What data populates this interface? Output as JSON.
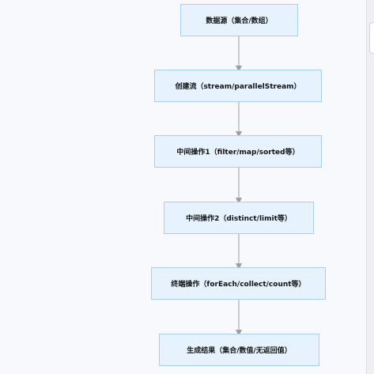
{
  "flowchart": {
    "nodes": [
      {
        "id": "source",
        "label": "数据源（集合/数组）"
      },
      {
        "id": "create",
        "label": "创建流（stream/parallelStream）"
      },
      {
        "id": "mid1",
        "label": "中间操作1（filter/map/sorted等）"
      },
      {
        "id": "mid2",
        "label": "中间操作2（distinct/limit等）"
      },
      {
        "id": "terminal",
        "label": "终端操作（forEach/collect/count等）"
      },
      {
        "id": "result",
        "label": "生成结果（集合/数值/无返回值）"
      }
    ],
    "edges": [
      {
        "from": "source",
        "to": "create"
      },
      {
        "from": "create",
        "to": "mid1"
      },
      {
        "from": "mid1",
        "to": "mid2"
      },
      {
        "from": "mid2",
        "to": "terminal"
      },
      {
        "from": "terminal",
        "to": "result"
      }
    ]
  }
}
